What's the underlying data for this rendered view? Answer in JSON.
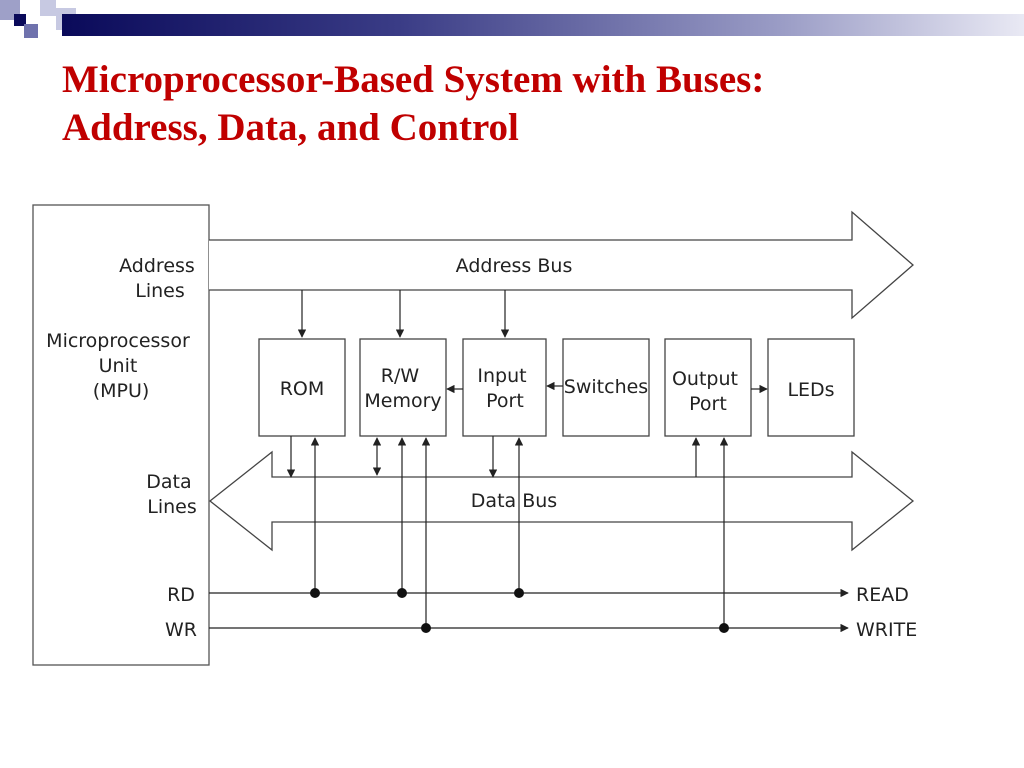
{
  "title": {
    "line1": "Microprocessor-Based System with Buses:",
    "line2": "Address, Data, and Control"
  },
  "mpu": {
    "address_lines": [
      "Address",
      "Lines"
    ],
    "unit_label": [
      "Microprocessor",
      "Unit",
      "(MPU)"
    ],
    "data_lines": [
      "Data",
      "Lines"
    ],
    "rd": "RD",
    "wr": "WR"
  },
  "buses": {
    "address": "Address Bus",
    "data": "Data Bus"
  },
  "blocks": {
    "rom": [
      "ROM"
    ],
    "rw_memory": [
      "R/W",
      "Memory"
    ],
    "input_port": [
      "Input",
      "Port"
    ],
    "switches": [
      "Switches"
    ],
    "output_port": [
      "Output",
      "Port"
    ],
    "leds": [
      "LEDs"
    ]
  },
  "control": {
    "read": "READ",
    "write": "WRITE"
  }
}
